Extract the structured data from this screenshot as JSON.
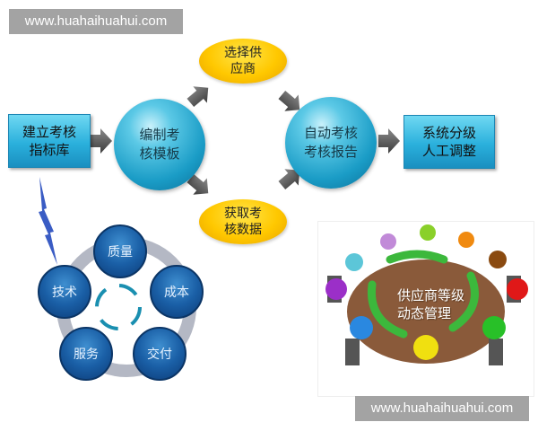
{
  "watermarks": {
    "top": "www.huahaihuahui.com",
    "bottom": "www.huahaihuahui.com"
  },
  "flow": {
    "step1": {
      "line1": "建立考核",
      "line2": "指标库"
    },
    "step2": {
      "line1": "编制考",
      "line2": "核模板"
    },
    "branch_top": {
      "line1": "选择供",
      "line2": "应商"
    },
    "branch_bottom": {
      "line1": "获取考",
      "line2": "核数据"
    },
    "step3": {
      "line1": "自动考核",
      "line2": "考核报告"
    },
    "step4": {
      "line1": "系统分级",
      "line2": "人工调整"
    }
  },
  "cycle": {
    "items": [
      "质量",
      "成本",
      "交付",
      "服务",
      "技术"
    ]
  },
  "meeting": {
    "line1": "供应商等级",
    "line2": "动态管理"
  },
  "colors": {
    "box": "#2ab0dc",
    "oval": "#ffc800",
    "ball": "#1a5fa6",
    "arrow": "#555555",
    "watermark": "#a3a3a3"
  }
}
